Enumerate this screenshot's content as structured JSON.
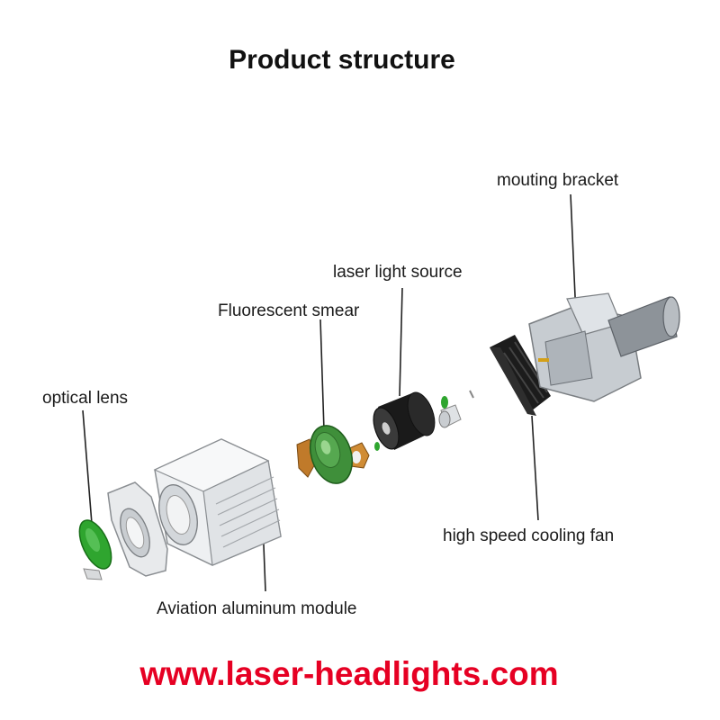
{
  "title": "Product structure",
  "labels": {
    "mounting_bracket": "mouting bracket",
    "laser_light_source": "laser light source",
    "fluorescent_smear": "Fluorescent smear",
    "optical_lens": "optical lens",
    "cooling_fan": "high speed cooling fan",
    "aluminum_module": "Aviation aluminum module"
  },
  "footer_url": "www.laser-headlights.com",
  "colors": {
    "url_red": "#e60023",
    "lens_green": "#2fa52f",
    "copper": "#c07a2a",
    "aluminum": "#e6e8ea"
  }
}
